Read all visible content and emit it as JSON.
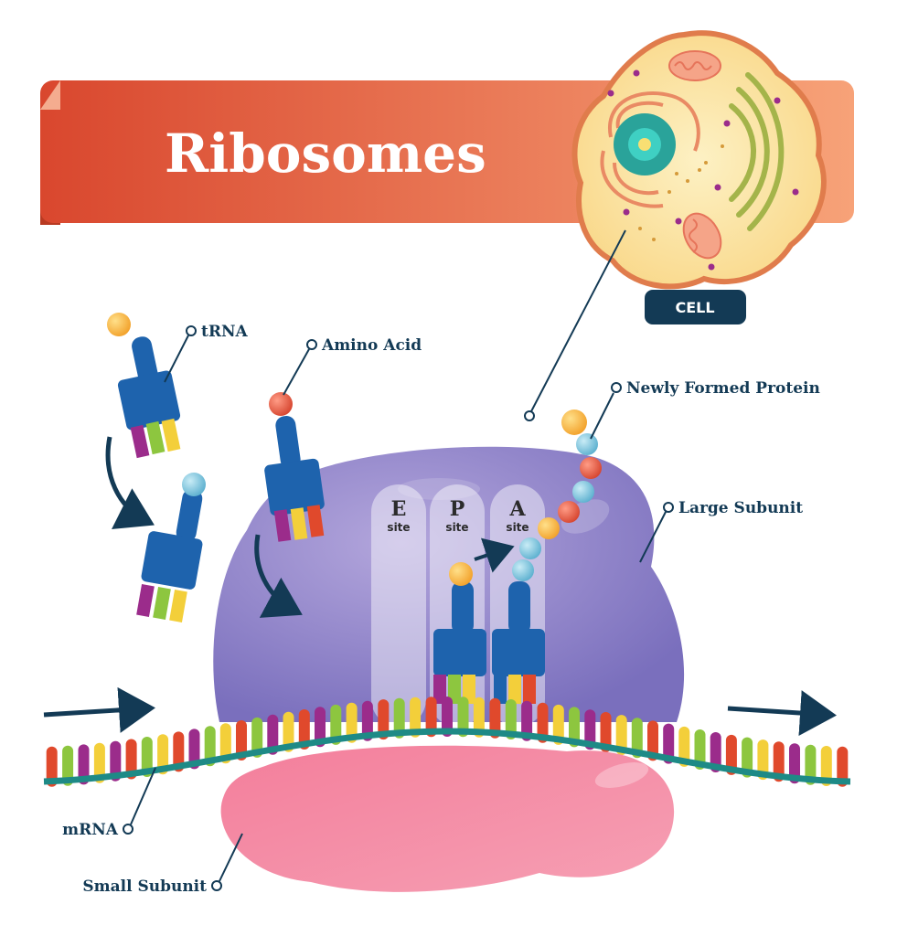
{
  "title": "Ribosomes",
  "labels": {
    "cell": "CELL",
    "trna": "tRNA",
    "amino_acid": "Amino Acid",
    "newly_formed_protein": "Newly Formed Protein",
    "large_subunit": "Large Subunit",
    "mrna": "mRNA",
    "small_subunit": "Small Subunit"
  },
  "sites": [
    {
      "letter": "E",
      "word": "site"
    },
    {
      "letter": "P",
      "word": "site"
    },
    {
      "letter": "A",
      "word": "site"
    }
  ],
  "colors": {
    "banner": "#e2563a",
    "banner_light": "#f58e63",
    "navy": "#133a55",
    "large_subunit": "#8b7fc4",
    "small_subunit": "#f1859f",
    "trna_blue": "#1e63ad",
    "mrna_backbone": "#1e8a86",
    "cell_membrane": "#e08a5a",
    "cell_fill": "#fbe6a9"
  },
  "codon_colors": [
    "#e0492c",
    "#8dc63f",
    "#9b2c8b",
    "#f3cf3a"
  ]
}
